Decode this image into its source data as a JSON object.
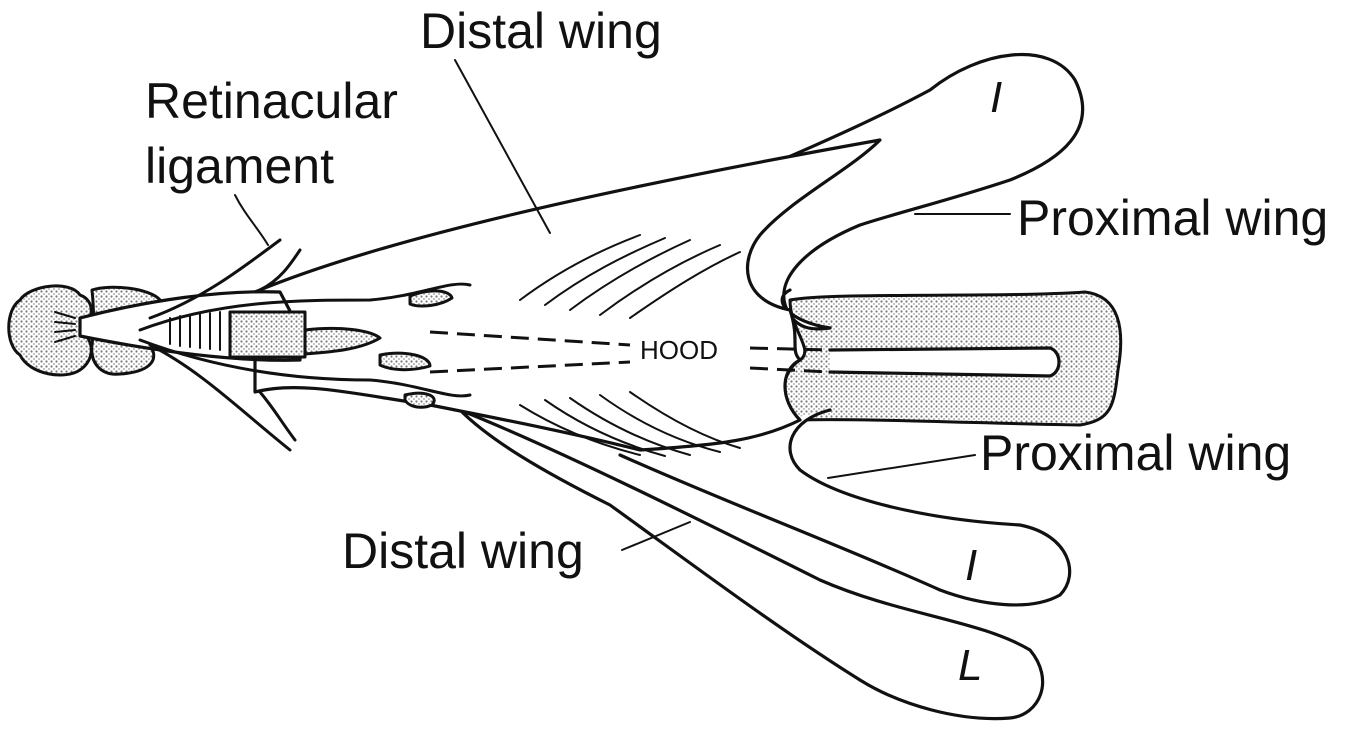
{
  "labels": {
    "distal_wing_top": "Distal wing",
    "retinacular_line1": "Retinacular",
    "retinacular_line2": "ligament",
    "proximal_wing_top": "Proximal wing",
    "proximal_wing_bottom": "Proximal wing",
    "distal_wing_bottom": "Distal wing",
    "hood": "HOOD",
    "interosseous_top": "I",
    "interosseous_bottom": "I",
    "lumbrical": "L"
  },
  "colors": {
    "ink": "#111111",
    "stipple": "#bdbdbd",
    "background": "#ffffff"
  }
}
